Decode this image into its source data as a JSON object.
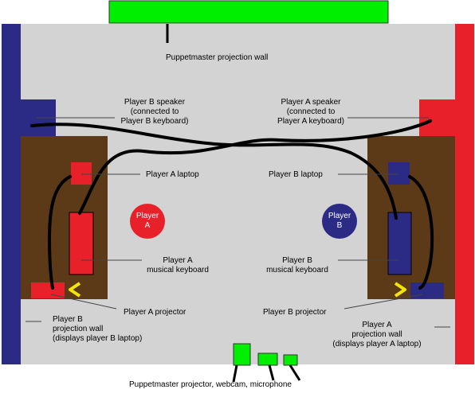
{
  "colors": {
    "room": "#d3d3d3",
    "stage_wood": "#5c3a17",
    "player_a": "#e8202a",
    "player_b": "#2b2b86",
    "screen": "#00ee00",
    "cable": "#000000",
    "arrow": "#f2e600"
  },
  "labels": {
    "puppetmaster_wall": "Puppetmaster projection wall",
    "player_b_speaker": "Player B speaker\n(connected to\nPlayer B keyboard)",
    "player_a_speaker": "Player A speaker\n(connected to\nPlayer A keyboard)",
    "player_a_laptop": "Player A laptop",
    "player_b_laptop": "Player B laptop",
    "player_a_keyboard": "Player A\nmusical keyboard",
    "player_b_keyboard": "Player B\nmusical keyboard",
    "player_a_projector": "Player A projector",
    "player_b_projector": "Player B projector",
    "player_b_projection_wall": "Player B\nprojection wall\n(displays player B laptop)",
    "player_a_projection_wall": "Player A\nprojection wall\n(displays player A laptop)",
    "puppetmaster_equipment": "Puppetmaster projector, webcam, microphone"
  },
  "players": {
    "a": "Player\nA",
    "b": "Player\nB"
  }
}
